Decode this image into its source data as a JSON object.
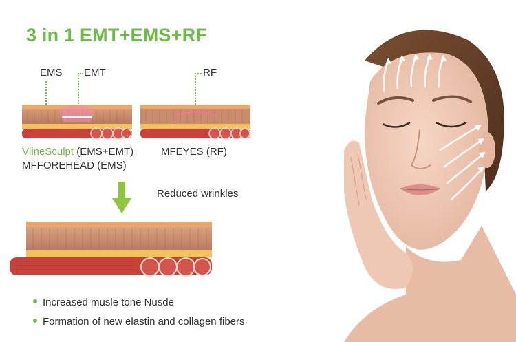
{
  "title": "3 in 1 EMT+EMS+RF",
  "labels": {
    "ems": "EMS",
    "emt": "EMT",
    "rf": "RF",
    "reduced": "Reduced wrinkles"
  },
  "captions": {
    "vline_brand": "VlineSculpt",
    "vline_detail": " (EMS+EMT)",
    "mfforehead": "MFFOREHEAD (EMS)",
    "mfeyes": "MFEYES (RF)"
  },
  "bullets": [
    "Increased musle tone Nusde",
    "Formation of new elastin and collagen fibers"
  ],
  "colors": {
    "accent": "#6cbd45",
    "skin_top": "#e9a86b",
    "dermis": "#c98c6d",
    "muscle": "#c8413a"
  },
  "icons": {
    "arrow": "down-arrow-icon",
    "bullet": "bullet-dot-icon"
  }
}
